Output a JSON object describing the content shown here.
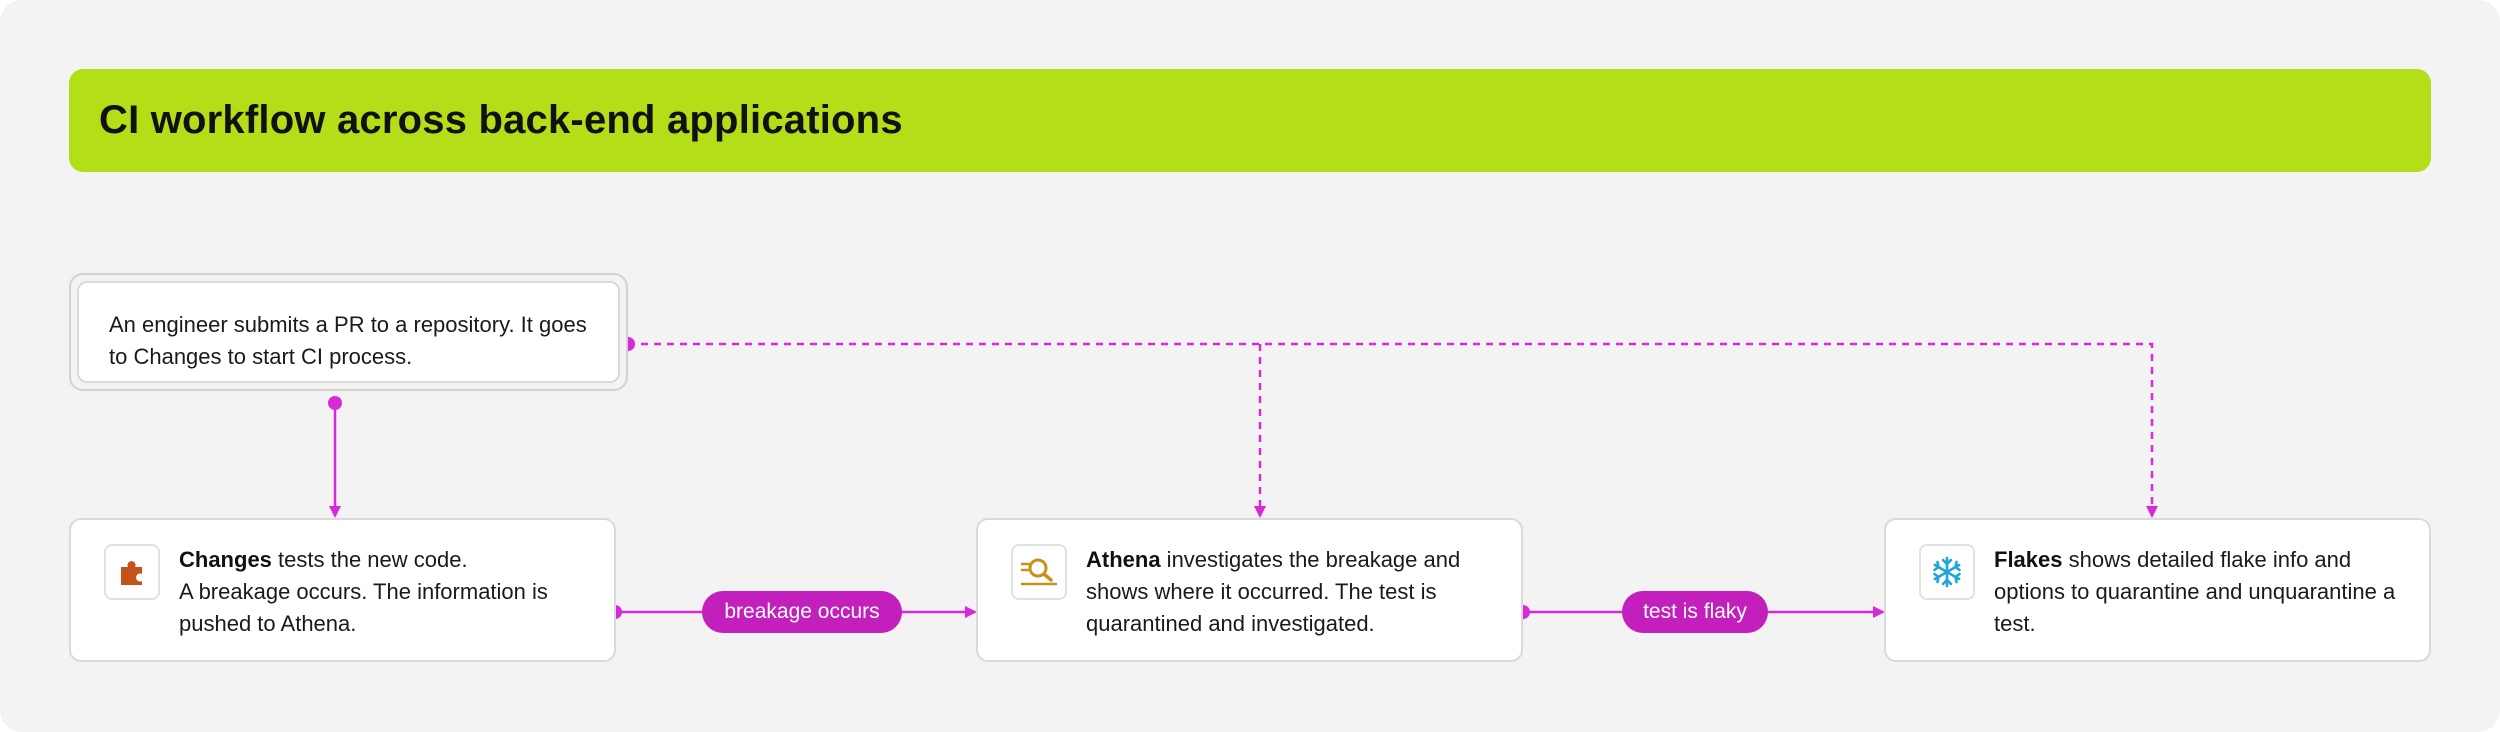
{
  "title": "CI workflow across back-end applications",
  "start": {
    "text": "An engineer submits a PR to a repository. It goes to Changes to start CI process."
  },
  "nodes": [
    {
      "name": "Changes",
      "text": " tests the new code.",
      "text2": "A breakage occurs. The information is pushed to Athena.",
      "icon": "puzzle-icon",
      "icon_color": "#c4521a"
    },
    {
      "name": "Athena",
      "text": " investigates the breakage and shows where it occurred. The test is quarantined and investigated.",
      "icon": "magnifier-icon",
      "icon_color": "#c8901a"
    },
    {
      "name": "Flakes",
      "text": " shows detailed flake info and options to quarantine and unquarantine a test.",
      "icon": "snowflake-icon",
      "icon_color": "#1fa6d6"
    }
  ],
  "edges": [
    {
      "label": "breakage occurs"
    },
    {
      "label": "test is flaky"
    }
  ],
  "colors": {
    "banner": "#b4df18",
    "connector": "#d62ad6",
    "label_bg": "#c21fbc",
    "background": "#f3f3f3"
  }
}
